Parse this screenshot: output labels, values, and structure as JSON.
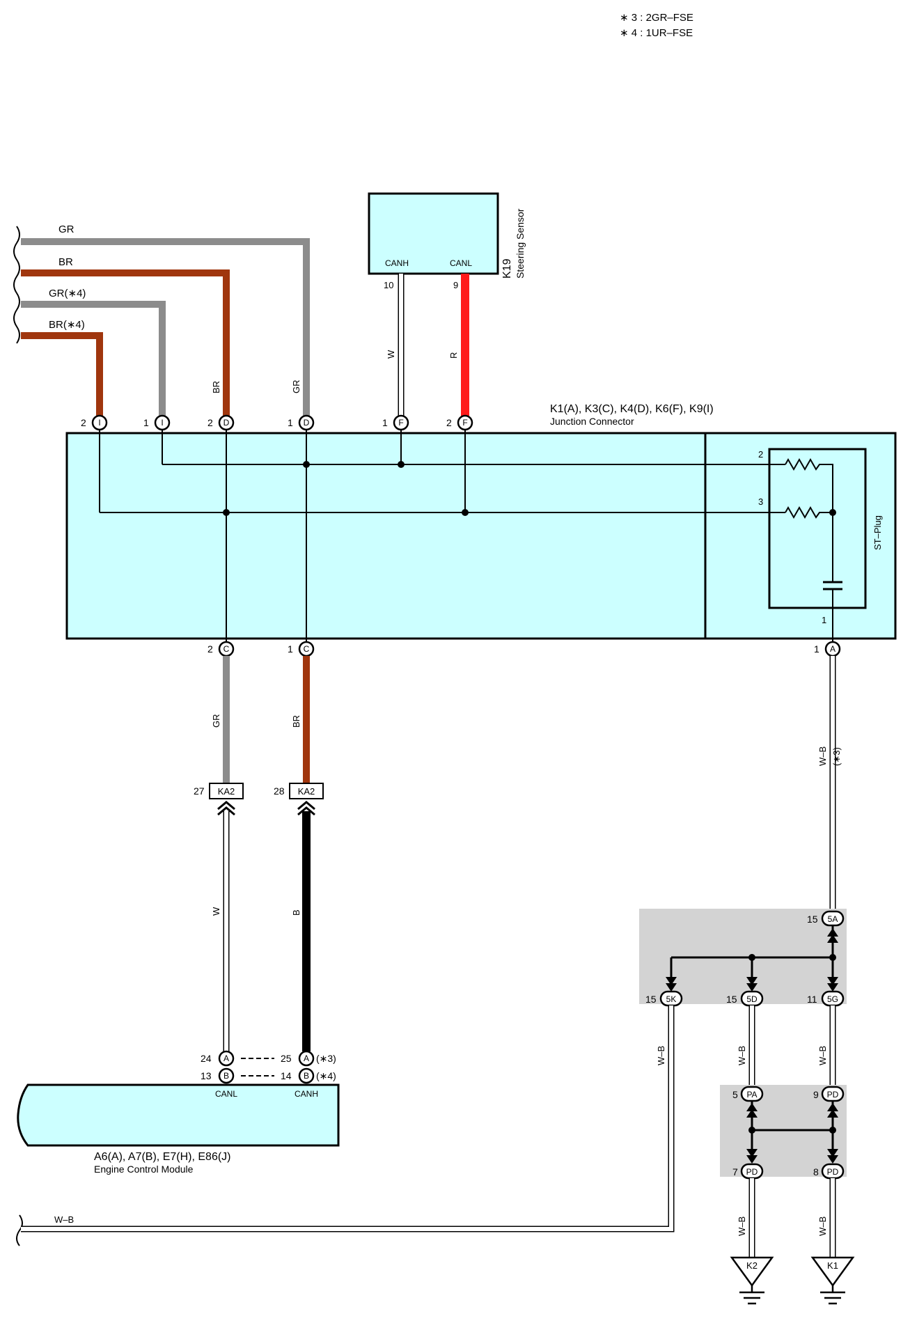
{
  "notes": [
    "∗ 3 : 2GR–FSE",
    "∗ 4 : 1UR–FSE"
  ],
  "colors": {
    "gray": "#8c8c8c",
    "brown": "#a0360e",
    "red": "#ff1a1a",
    "black": "#000000",
    "white": "#ffffff",
    "module_fill": "#ccffff",
    "splice_fill": "#d3d3d3"
  },
  "left_wires": [
    {
      "label": "GR",
      "color": "gray"
    },
    {
      "label": "BR",
      "color": "brown"
    },
    {
      "label": "GR(∗4)",
      "color": "gray"
    },
    {
      "label": "BR(∗4)",
      "color": "brown"
    }
  ],
  "steering_sensor": {
    "code": "K19",
    "name": "Steering Sensor",
    "pins": [
      {
        "label": "CANH",
        "number": "10",
        "wire": "W"
      },
      {
        "label": "CANL",
        "number": "9",
        "wire": "R"
      }
    ]
  },
  "junction_connector": {
    "title": "K1(A), K3(C), K4(D), K6(F), K9(I)",
    "subtitle": "Junction Connector",
    "top_pins": [
      {
        "number": "2",
        "letter": "I"
      },
      {
        "number": "1",
        "letter": "I"
      },
      {
        "number": "2",
        "letter": "D"
      },
      {
        "number": "1",
        "letter": "D"
      },
      {
        "number": "1",
        "letter": "F"
      },
      {
        "number": "2",
        "letter": "F"
      }
    ],
    "top_wire_labels": [
      "BR",
      "GR"
    ],
    "bottom_pins": [
      {
        "number": "2",
        "letter": "C",
        "wire": "GR"
      },
      {
        "number": "1",
        "letter": "C",
        "wire": "BR"
      },
      {
        "number": "1",
        "letter": "A"
      }
    ],
    "st_plug": {
      "label": "ST–Plug",
      "pins": [
        "2",
        "3",
        "1"
      ]
    }
  },
  "ka2": [
    {
      "number": "27",
      "name": "KA2",
      "wire": "W"
    },
    {
      "number": "28",
      "name": "KA2",
      "wire": "B"
    }
  ],
  "ecm": {
    "title": "A6(A), A7(B), E7(H), E86(J)",
    "subtitle": "Engine Control Module",
    "pins": [
      {
        "number": "24",
        "letter": "A",
        "pair": "25",
        "pair_letter": "A",
        "note": "(∗3)"
      },
      {
        "number": "13",
        "letter": "B",
        "pair": "14",
        "pair_letter": "B",
        "note": "(∗4)"
      }
    ],
    "labels": [
      "CANL",
      "CANH"
    ]
  },
  "ground": {
    "main_wire": "W–B",
    "main_note": "(∗3)",
    "splice1": [
      {
        "number": "15",
        "name": "5A"
      },
      {
        "number": "15",
        "name": "5K"
      },
      {
        "number": "15",
        "name": "5D"
      },
      {
        "number": "11",
        "name": "5G"
      }
    ],
    "splice2": [
      {
        "number": "5",
        "name": "PA"
      },
      {
        "number": "9",
        "name": "PD"
      },
      {
        "number": "7",
        "name": "PD"
      },
      {
        "number": "8",
        "name": "PD"
      }
    ],
    "wire_label": "W–B",
    "grounds": [
      "K2",
      "K1"
    ],
    "left_wire": "W–B"
  }
}
